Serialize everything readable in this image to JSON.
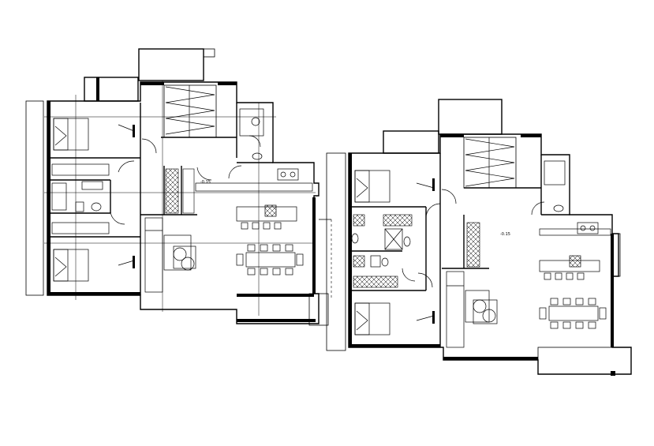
{
  "drawing": {
    "plans": [
      {
        "id": "left",
        "level_label": "-0.15"
      },
      {
        "id": "right",
        "level_label": "-0.15"
      }
    ]
  }
}
